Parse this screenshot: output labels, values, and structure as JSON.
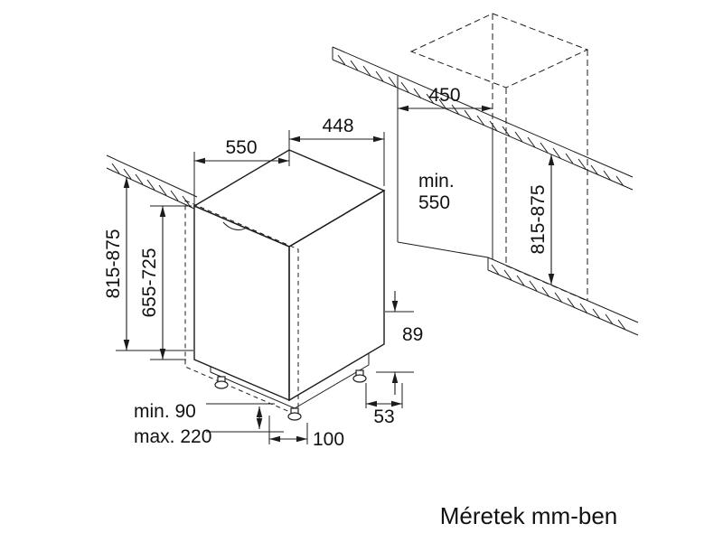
{
  "canvas": {
    "background": "#ffffff",
    "line_color": "#1c1c1c"
  },
  "caption": "Méretek mm-ben",
  "dimensions": {
    "top_depth": "550",
    "top_width": "448",
    "niche_width": "450",
    "niche_depth_min_line1": "min.",
    "niche_depth_min_line2": "550",
    "overall_height_left": "815-875",
    "door_panel_height": "655-725",
    "niche_height_right": "815-875",
    "rear_base_height": "89",
    "rear_foot_inset": "53",
    "front_foot_inset": "100",
    "plinth_min": "min. 90",
    "plinth_max": "max. 220"
  }
}
